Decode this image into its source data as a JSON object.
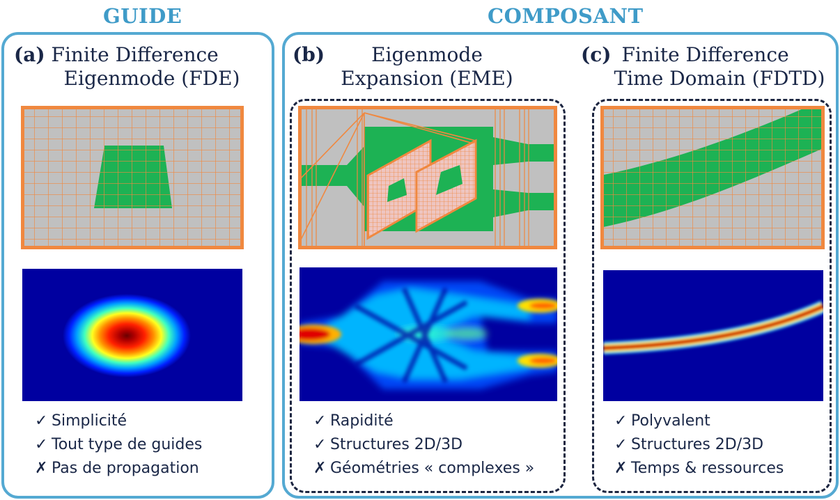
{
  "headers": {
    "guide": "GUIDE",
    "composant": "COMPOSANT"
  },
  "panels": [
    {
      "tag": "(a)",
      "title_line1": "Finite Difference",
      "title_line2": "Eigenmode (FDE)",
      "bullets": [
        {
          "mark": "✓",
          "text": "Simplicité"
        },
        {
          "mark": "✓",
          "text": "Tout type de guides"
        },
        {
          "mark": "✗",
          "text": "Pas de propagation"
        }
      ]
    },
    {
      "tag": "(b)",
      "title_line1": "Eigenmode",
      "title_line2": "Expansion (EME)",
      "bullets": [
        {
          "mark": "✓",
          "text": "Rapidité"
        },
        {
          "mark": "✓",
          "text": "Structures 2D/3D"
        },
        {
          "mark": "✗",
          "text": "Géométries « complexes »"
        }
      ]
    },
    {
      "tag": "(c)",
      "title_line1": "Finite Difference",
      "title_line2": "Time Domain (FDTD)",
      "bullets": [
        {
          "mark": "✓",
          "text": "Polyvalent"
        },
        {
          "mark": "✓",
          "text": "Structures 2D/3D"
        },
        {
          "mark": "✗",
          "text": "Temps & ressources"
        }
      ]
    }
  ],
  "colors": {
    "panel_border": "#54a9d2",
    "header_text": "#3f9bc8",
    "grid_orange": "#f0883f",
    "waveguide_green": "#1db254",
    "background_gray": "#c0c0c0",
    "field_background": "#0000a0",
    "dashed_border": "#1c2540"
  }
}
